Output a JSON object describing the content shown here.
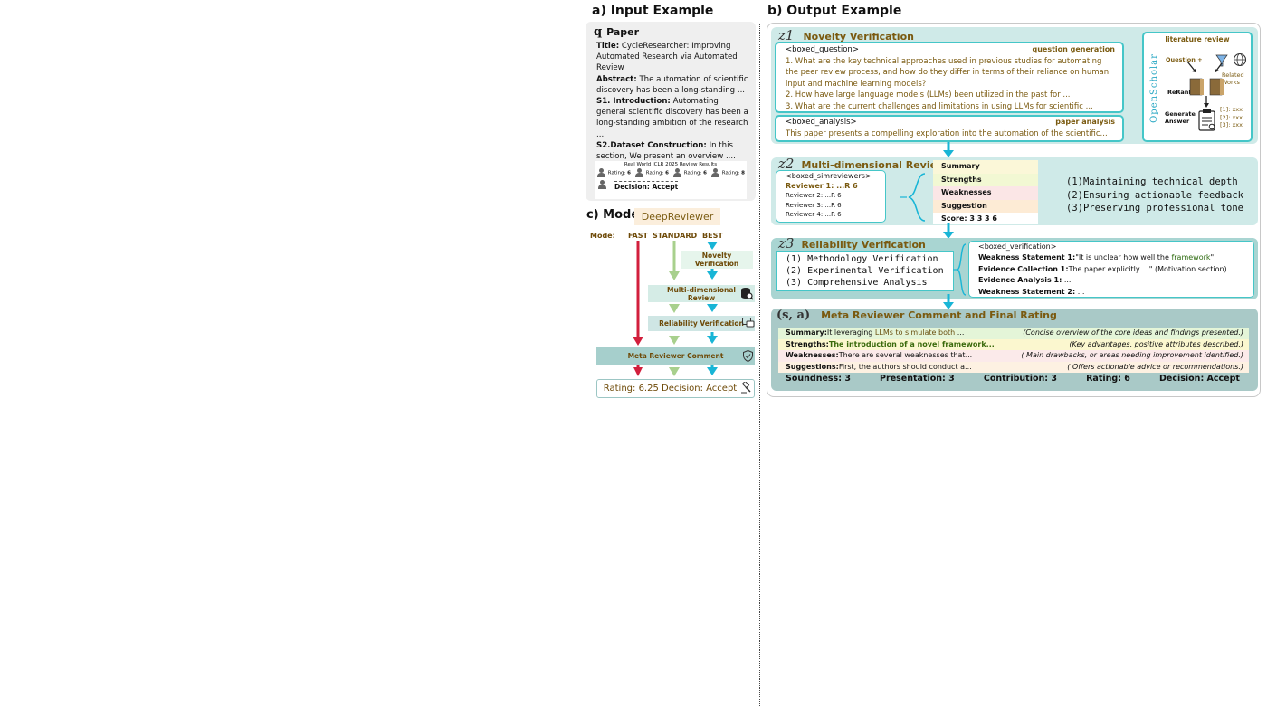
{
  "headings": {
    "input": "a) Input Example",
    "output": "b) Output Example",
    "model": "c) Model",
    "model_name": "DeepReviewer"
  },
  "input_panel": {
    "paper_icon": "q",
    "paper_label": "Paper",
    "title_label": "Title:",
    "title_text": "CycleResearcher: Improving Automated Research via Automated Review",
    "abstract_label": "Abstract:",
    "abstract_text": "The automation of scientific discovery has been a long-standing  ...",
    "s1_label": "S1. Introduction:",
    "s1_text": "Automating general scientific discovery has been a long-standing ambition of the research  ...",
    "s2_label": "S2.Dataset Construction:",
    "s2_text": "In this section, We present an overview    ....",
    "ellipsis": "......",
    "review_title": "Real World ICLR 2025 Review Results",
    "ratings": [
      {
        "label": "Rating:",
        "value": "6"
      },
      {
        "label": "Rating:",
        "value": "6"
      },
      {
        "label": "Rating:",
        "value": "6"
      },
      {
        "label": "Rating:",
        "value": "8"
      }
    ],
    "decision": "Decision: Accept"
  },
  "model_panel": {
    "mode_label": "Mode:",
    "modes": [
      "FAST",
      "STANDARD",
      "BEST"
    ],
    "steps": {
      "novelty": "Novelty Verification",
      "multi": "Multi-dimensional Review",
      "reliability": "Reliability Verification",
      "meta": "Meta Reviewer Comment"
    },
    "result": "Rating: 6.25 Decision: Accept",
    "colors": {
      "fast": "#d21f3c",
      "standard": "#a8d08d",
      "best": "#18b5d6"
    }
  },
  "z1": {
    "label": "z1",
    "title": "Novelty Verification",
    "question_tag": "<boxed_question>",
    "question_side": "question generation",
    "questions": [
      "1. What are the key technical approaches used in previous studies for automating the peer review process, and how do they differ in terms of their reliance on human input and machine learning models?",
      "2. How have large language models (LLMs) been utilized in the past for ...",
      "3. What are the current challenges and limitations in using LLMs for scientific ..."
    ],
    "analysis_tag": "<boxed_analysis>",
    "analysis_side": "paper analysis",
    "analysis_text": "This paper presents a compelling exploration into the automation of the scientific...",
    "lit": {
      "title": "literature review",
      "brand": "OpenScholar",
      "question": "Question",
      "plus": "+",
      "related": "Related Works",
      "rerank": "ReRank",
      "generate": "Generate Answer",
      "refs": [
        "[1]: xxx",
        "[2]: xxx",
        "[3]: xxx"
      ]
    }
  },
  "z2": {
    "label": "z2",
    "title": "Multi-dimensional Review",
    "tag": "<boxed_simreviewers>",
    "reviewer1": "Reviewer 1:   ...R 6",
    "reviewers": [
      "Reviewer 2:   ...R 6",
      "Reviewer 3:   ...R 6",
      "Reviewer 4:   ...R 6"
    ],
    "aspects": [
      "Summary",
      "Strengths",
      "Weaknesses",
      "Suggestion"
    ],
    "aspect_colors": [
      "#fbf7d8",
      "#f2f8d3",
      "#fbe6e6",
      "#fdebd5"
    ],
    "score": "Score: 3 3 3 6",
    "goals": [
      "(1)Maintaining technical depth",
      "(2)Ensuring actionable feedback",
      "(3)Preserving professional tone"
    ]
  },
  "z3": {
    "label": "z3",
    "title": "Reliability Verification",
    "items": [
      "(1) Methodology Verification",
      "(2) Experimental Verification",
      "(3) Comprehensive Analysis"
    ],
    "tag": "<boxed_verification>",
    "ws1_label": "Weakness Statement 1:",
    "ws1_pre": "\"It is unclear how well the ",
    "ws1_hl": "framework",
    "ws1_post": "\"",
    "ec1_label": "Evidence Collection 1:",
    "ec1_text": "The paper explicitly ...\" (Motivation section)",
    "ea1_label": "Evidence Analysis 1:",
    "ea1_text": " ...",
    "ws2_label": "Weakness Statement 2:",
    "ws2_text": " ..."
  },
  "meta": {
    "label": "(s, a)",
    "title": "Meta Reviewer Comment and Final Rating",
    "rows": [
      {
        "label": "Summary:",
        "pre": "It leveraging ",
        "hl": "LLMs to simulate both",
        "post": " ...",
        "note": "(Concise overview of the core ideas and findings presented.)",
        "bg": "#e4f5d8"
      },
      {
        "label": "Strengths:",
        "pre": "",
        "hl": "The introduction of a novel framework...",
        "post": "",
        "note": "(Key advantages, positive attributes described.)",
        "bg": "#fbf7cf"
      },
      {
        "label": "Weaknesses:",
        "pre": "There are several weaknesses that...",
        "hl": "",
        "post": "",
        "note": "( Main drawbacks,  or areas needing improvement identified.)",
        "bg": "#fbeaea"
      },
      {
        "label": "Suggestions:",
        "pre": "First, the authors should conduct a...",
        "hl": "",
        "post": "",
        "note": "( Offers actionable advice or recommendations.)",
        "bg": "#fdf1e2"
      }
    ],
    "scores": [
      "Soundness: 3",
      "Presentation: 3",
      "Contribution: 3",
      "Rating: 6",
      "Decision: Accept"
    ]
  }
}
